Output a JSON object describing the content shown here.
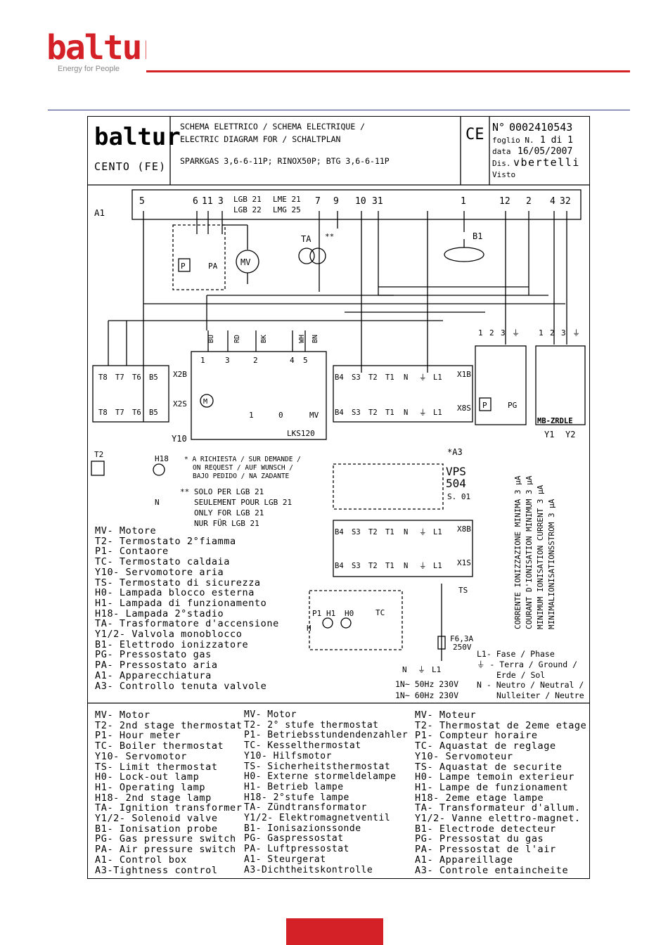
{
  "header": {
    "brand": "baltur",
    "tagline": "Energy for People",
    "colors": {
      "brand_red": "#d42027",
      "rule_blue": "#2a3480"
    }
  },
  "title_block": {
    "logo_text": "baltur",
    "model": "CENTO (FE)",
    "title_lines": [
      "SCHEMA ELETTRICO / SCHEMA ELECTRIQUE /",
      "ELECTRIC DIAGRAM FOR / SCHALTPLAN"
    ],
    "models_line": "SPARKGAS 3,6-6-11P; RINOX50P; BTG 3,6-6-11P",
    "ce_mark": "CE",
    "number_label": "N°",
    "number": "0002410543",
    "sheet_label": "foglio N.",
    "sheet": "1 di 1",
    "date_label": "data",
    "date": "16/05/2007",
    "drawn_label": "Dis.",
    "drawn": "vbertelli",
    "checked_label": "Visto"
  },
  "diagram": {
    "a1_label": "A1",
    "terminals_top": [
      {
        "id": "t5",
        "label": "5"
      },
      {
        "id": "t6",
        "label": "6"
      },
      {
        "id": "t11",
        "label": "11"
      },
      {
        "id": "t3",
        "label": "3"
      },
      {
        "id": "t7",
        "label": "7"
      },
      {
        "id": "t9",
        "label": "9"
      },
      {
        "id": "t10",
        "label": "10"
      },
      {
        "id": "t31",
        "label": "31"
      },
      {
        "id": "t1",
        "label": "1"
      },
      {
        "id": "t12",
        "label": "12"
      },
      {
        "id": "t2",
        "label": "2"
      },
      {
        "id": "t4",
        "label": "4"
      },
      {
        "id": "t32",
        "label": "32"
      }
    ],
    "control_box_types": [
      "LGB 21",
      "LGB 22",
      "LME 21",
      "LMG 25"
    ],
    "ta_label": "TA",
    "b1_label": "B1",
    "mv_label": "MV",
    "pa_label": "PA",
    "p_label": "P",
    "double_star": "**",
    "wire_colors": [
      "BU",
      "RD",
      "BK",
      "WH",
      "BN"
    ],
    "servo_terminals": [
      "1",
      "3",
      "2",
      "4",
      "5"
    ],
    "servo_model": "LKS120",
    "servo_id": "Y10",
    "servo_motor": "M",
    "servo_contacts": [
      "1",
      "0",
      "MV"
    ],
    "x2b_label": "X2B",
    "x2s_label": "X2S",
    "x2_pins": [
      "T8",
      "T7",
      "T6",
      "B5"
    ],
    "x1b_label": "X1B",
    "x8s_label": "X8S",
    "x8b_label": "X8B",
    "x1s_label": "X1S",
    "x1_pins": [
      "B4",
      "S3",
      "T2",
      "T1",
      "N",
      "⏚",
      "L1"
    ],
    "pg_pins": [
      "1",
      "2",
      "3",
      "⏚"
    ],
    "pg_label": "PG",
    "valve_pins": [
      "1",
      "2",
      "3",
      "⏚"
    ],
    "valve_model": "MB-ZRDLE",
    "y1_label": "Y1",
    "y2_label": "Y2",
    "t2_label": "T2",
    "h18_label": "H18",
    "n_label": "N",
    "a3_label": "*A3",
    "vps_label": "VPS",
    "vps_model": "504",
    "vps_series": "S. 01",
    "ts_label": "TS",
    "fuse_label": "F6,3A",
    "fuse_voltage": "250V",
    "tc_label": "TC",
    "p1_label": "P1",
    "h1_label": "H1",
    "h0_label": "H0",
    "h_label": "H",
    "supply_labels": [
      "N",
      "⏚",
      "L1"
    ],
    "supply_lines": [
      "1N~ 50Hz 230V",
      "1N~ 60Hz 230V"
    ],
    "ionisation_notes": [
      "CORRENTE IONIZZAZIONE MINIMA 3 µA",
      "COURANT D'IONISATION MINIMUM 3 µA",
      "MINIMUM IONISATION CURRENT 3 µA",
      "MINIMALIONISATIONSSTROM 3 µA"
    ],
    "request_note": [
      "* A RICHIESTA / SUR DEMANDE /",
      "ON REQUEST / AUF WUNSCH /",
      "BAJO PEDIDO / NA ZADANTE"
    ],
    "lgb_note": [
      "** SOLO PER LGB 21",
      "SEULEMENT POUR LGB 21",
      "ONLY FOR LGB 21",
      "NUR FÜR LGB 21"
    ],
    "phase_legend": [
      "L1- Fase / Phase",
      "⏚ - Terra / Ground /",
      "Erde / Sol",
      "N - Neutro / Neutral /",
      "Nulleiter / Neutre"
    ]
  },
  "legend_it": [
    "MV- Motore",
    "T2- Termostato 2°fiamma",
    "P1- Contaore",
    "TC- Termostato caldaia",
    "Y10- Servomotore aria",
    "TS- Termostato di sicurezza",
    "H0- Lampada blocco esterna",
    "H1- Lampada di funzionamento",
    "H18- Lampada 2°stadio",
    "TA- Trasformatore d'accensione",
    "Y1/2- Valvola monoblocco",
    "B1- Elettrodo ionizzatore",
    "PG- Pressostato gas",
    "PA- Pressostato aria",
    "A1- Apparecchiatura",
    "A3- Controllo tenuta valvole"
  ],
  "legend_en": [
    "MV- Motor",
    "T2- 2nd stage thermostat",
    "P1- Hour meter",
    "TC- Boiler thermostat",
    "Y10- Servomotor",
    "TS- Limit thermostat",
    "H0- Lock-out lamp",
    "H1- Operating lamp",
    "H18- 2nd stage lamp",
    "TA- Ignition transformer",
    "Y1/2- Solenoid valve",
    "B1- Ionisation probe",
    "PG- Gas pressure switch",
    "PA- Air pressure switch",
    "A1- Control box",
    "A3-Tightness control"
  ],
  "legend_de": [
    "MV- Motor",
    "T2- 2° stufe thermostat",
    "P1- Betriebsstundendenzahler",
    "TC- Kesselthermostat",
    "Y10- Hilfsmotor",
    "TS- Sicherheitsthermostat",
    "H0- Externe stormeldelampe",
    "H1- Betrieb lampe",
    "H18- 2°stufe lampe",
    "TA- Zündtransformator",
    "Y1/2- Elektromagnetventil",
    "B1- Ionisazionssonde",
    "PG- Gaspressostat",
    "PA- Luftpressostat",
    "A1- Steurgerat",
    "A3-Dichtheitskontrolle"
  ],
  "legend_fr": [
    "MV- Moteur",
    "T2- Thermostat de 2eme etage",
    "P1- Compteur horaire",
    "TC- Aquastat de reglage",
    "Y10- Servomoteur",
    "TS- Aquastat de securite",
    "H0- Lampe temoin exterieur",
    "H1- Lampe de funzionament",
    "H18- 2eme etage lampe",
    "TA- Transformateur d'allum.",
    "Y1/2- Vanne elettro-magnet.",
    "B1- Electrode detecteur",
    "PG- Pressostat du gas",
    "PA- Pressostat de l'air",
    "A1- Appareillage",
    "A3- Controle entaincheite"
  ]
}
